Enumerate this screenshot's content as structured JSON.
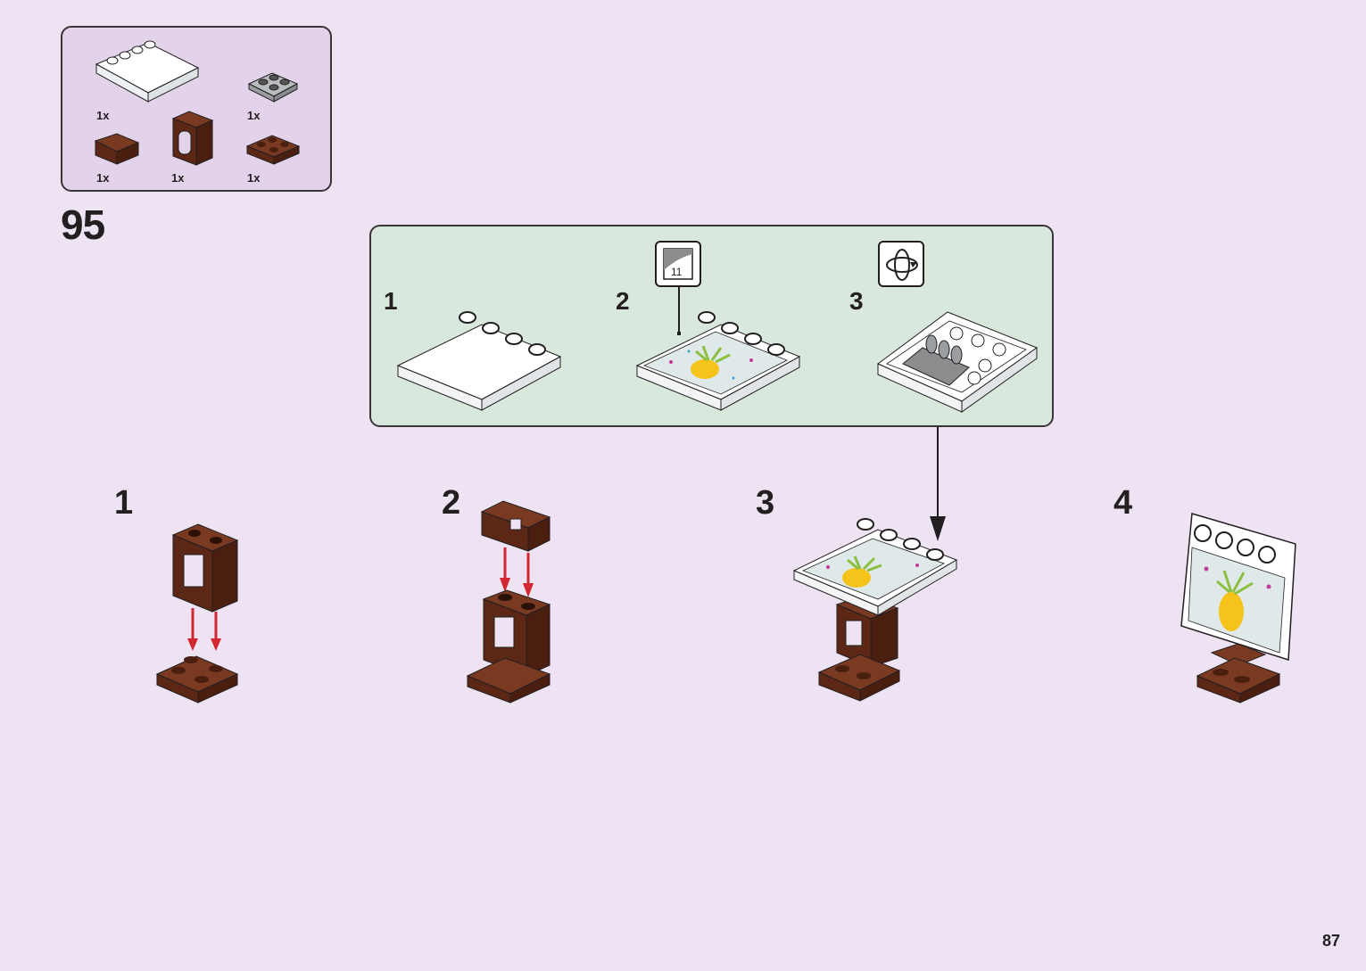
{
  "step_number": "95",
  "page_number": "87",
  "parts": [
    {
      "name": "white tile plate with studs",
      "qty": "1x"
    },
    {
      "name": "grey hinge plate",
      "qty": "1x"
    },
    {
      "name": "brown bracket",
      "qty": "1x"
    },
    {
      "name": "brown window frame",
      "qty": "1x"
    },
    {
      "name": "brown 2x2 plate",
      "qty": "1x"
    }
  ],
  "callout": {
    "substeps": [
      "1",
      "2",
      "3"
    ],
    "sticker_number": "11"
  },
  "substeps": [
    "1",
    "2",
    "3",
    "4"
  ],
  "colors": {
    "background": "#ede3f2",
    "parts_box": "#e3d3ea",
    "callout_box": "#d8e8dc",
    "brown": "#6b2f1a",
    "arrow_red": "#d22630"
  }
}
